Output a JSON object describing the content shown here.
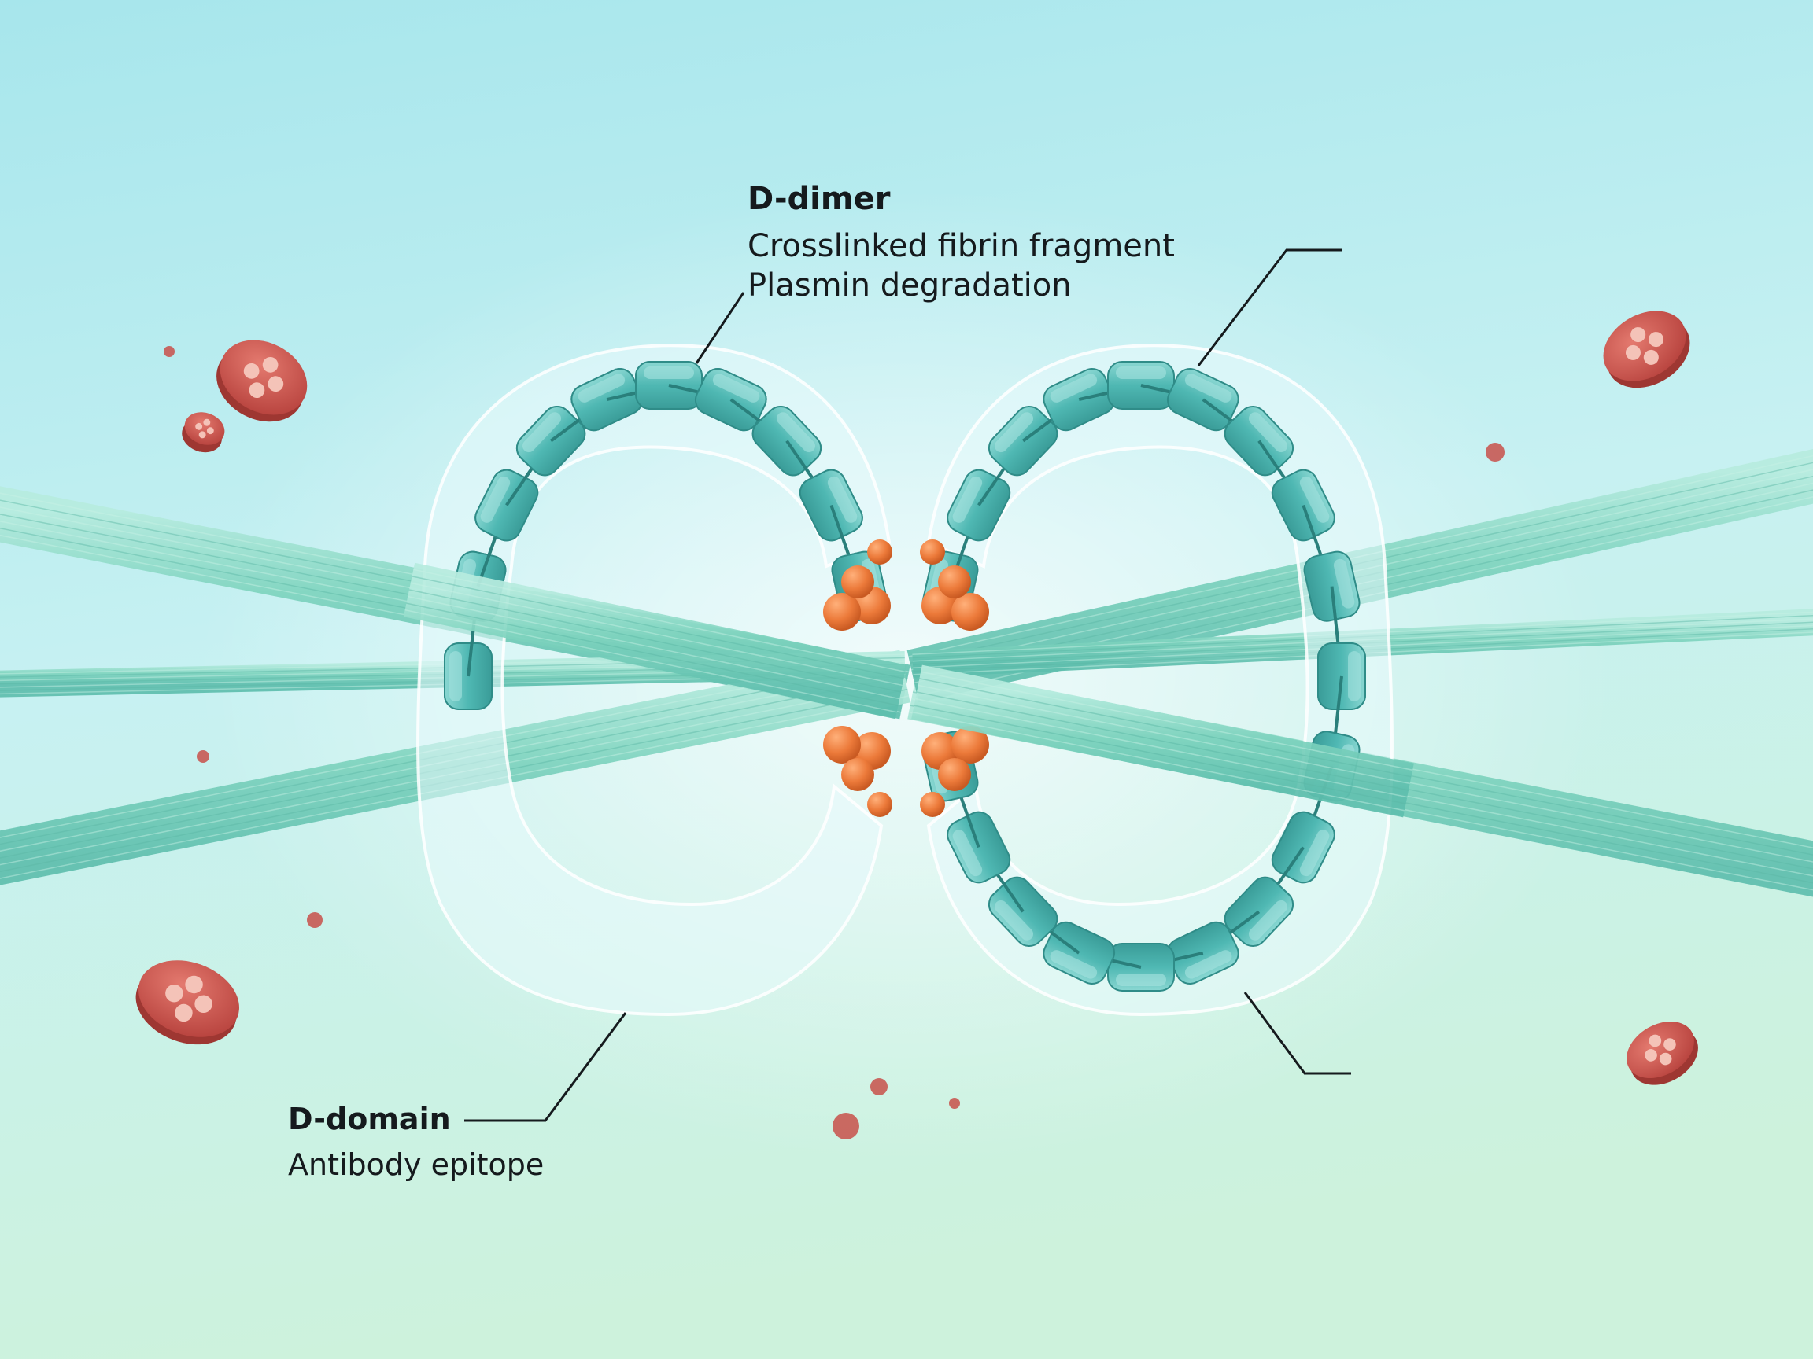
{
  "labels": {
    "top": {
      "title": "D-dimer",
      "line1": "Crosslinked fibrin fragment",
      "line2": "Plasmin degradation"
    },
    "bottom": {
      "title": "D-domain",
      "line1": "Antibody epitope"
    }
  },
  "colors": {
    "background_top": "#a9e7ec",
    "background_bottom": "#cdf3df",
    "fibrin_strand": "#7fd3be",
    "d_domain_bead": "#4fb8b3",
    "bead_highlight": "#a6e3df",
    "envelope": "#e8fafb",
    "crosslink": "#ec7a3a",
    "red_cell": "#c8504a",
    "leader_line": "#151a1d"
  },
  "icons": [
    "red-blood-cell-icon",
    "crosslink-bead-icon"
  ]
}
